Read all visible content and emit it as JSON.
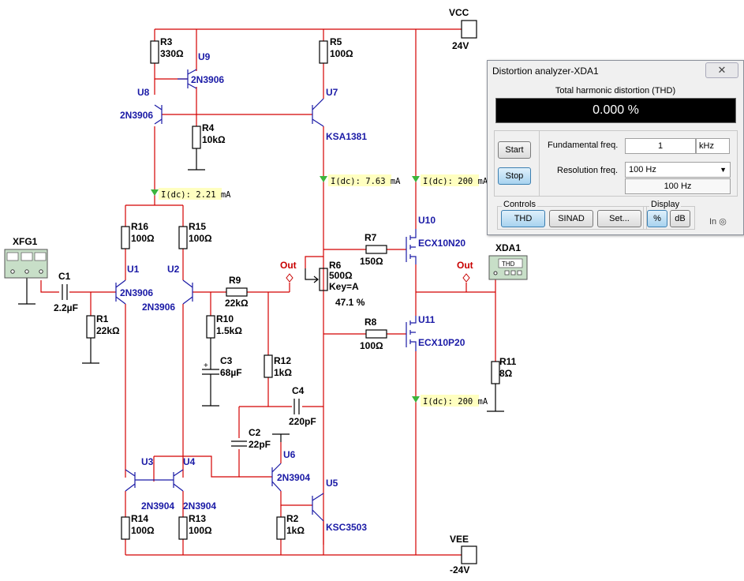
{
  "rails": {
    "vcc": "VCC",
    "vcc_v": "24V",
    "vee": "VEE",
    "vee_v": "-24V"
  },
  "instruments": {
    "xfg": "XFG1",
    "xda": "XDA1",
    "xda_tag": "THD"
  },
  "out_labels": [
    "Out",
    "Out"
  ],
  "probes": [
    "I(dc): 2.21 mA",
    "I(dc): 7.63 mA",
    "I(dc): 200 mA",
    "I(dc): 200 mA"
  ],
  "resistors": {
    "r3": [
      "R3",
      "330Ω"
    ],
    "r5": [
      "R5",
      "100Ω"
    ],
    "r4": [
      "R4",
      "10kΩ"
    ],
    "r16": [
      "R16",
      "100Ω"
    ],
    "r15": [
      "R15",
      "100Ω"
    ],
    "r1": [
      "R1",
      "22kΩ"
    ],
    "r9": [
      "R9",
      "22kΩ"
    ],
    "r10": [
      "R10",
      "1.5kΩ"
    ],
    "r12": [
      "R12",
      "1kΩ"
    ],
    "r7": [
      "R7",
      "150Ω"
    ],
    "r8": [
      "R8",
      "100Ω"
    ],
    "r11": [
      "R11",
      "8Ω"
    ],
    "r14": [
      "R14",
      "100Ω"
    ],
    "r13": [
      "R13",
      "100Ω"
    ],
    "r2": [
      "R2",
      "1kΩ"
    ]
  },
  "pot": {
    "ref": "R6",
    "value": "500Ω",
    "key": "Key=A",
    "pct": "47.1 %"
  },
  "caps": {
    "c1": [
      "C1",
      "2.2µF"
    ],
    "c3": [
      "C3",
      "68µF"
    ],
    "c4": [
      "C4",
      "220pF"
    ],
    "c2": [
      "C2",
      "22pF"
    ]
  },
  "transistors": {
    "u9": [
      "U9",
      "2N3906"
    ],
    "u8": [
      "U8",
      "2N3906"
    ],
    "u7": [
      "U7",
      "KSA1381"
    ],
    "u1": [
      "U1",
      "2N3906"
    ],
    "u2": [
      "U2",
      "2N3906"
    ],
    "u3": [
      "U3",
      "2N3904"
    ],
    "u4": [
      "U4",
      "2N3904"
    ],
    "u6": [
      "U6",
      "2N3904"
    ],
    "u5": [
      "U5",
      "KSC3503"
    ],
    "u10": [
      "U10",
      "ECX10N20"
    ],
    "u11": [
      "U11",
      "ECX10P20"
    ]
  },
  "analyzer": {
    "title": "Distortion analyzer-XDA1",
    "close": "✕",
    "thd_label": "Total harmonic distortion (THD)",
    "thd_value": "0.000 %",
    "start": "Start",
    "stop": "Stop",
    "fund_label": "Fundamental freq.",
    "fund_value": "1",
    "fund_unit": "kHz",
    "res_label": "Resolution freq.",
    "res_value": "100 Hz",
    "res_display": "100 Hz",
    "controls_label": "Controls",
    "thd_btn": "THD",
    "sinad_btn": "SINAD",
    "set_btn": "Set...",
    "display_label": "Display",
    "pct_btn": "%",
    "db_btn": "dB",
    "io_label": "In"
  }
}
